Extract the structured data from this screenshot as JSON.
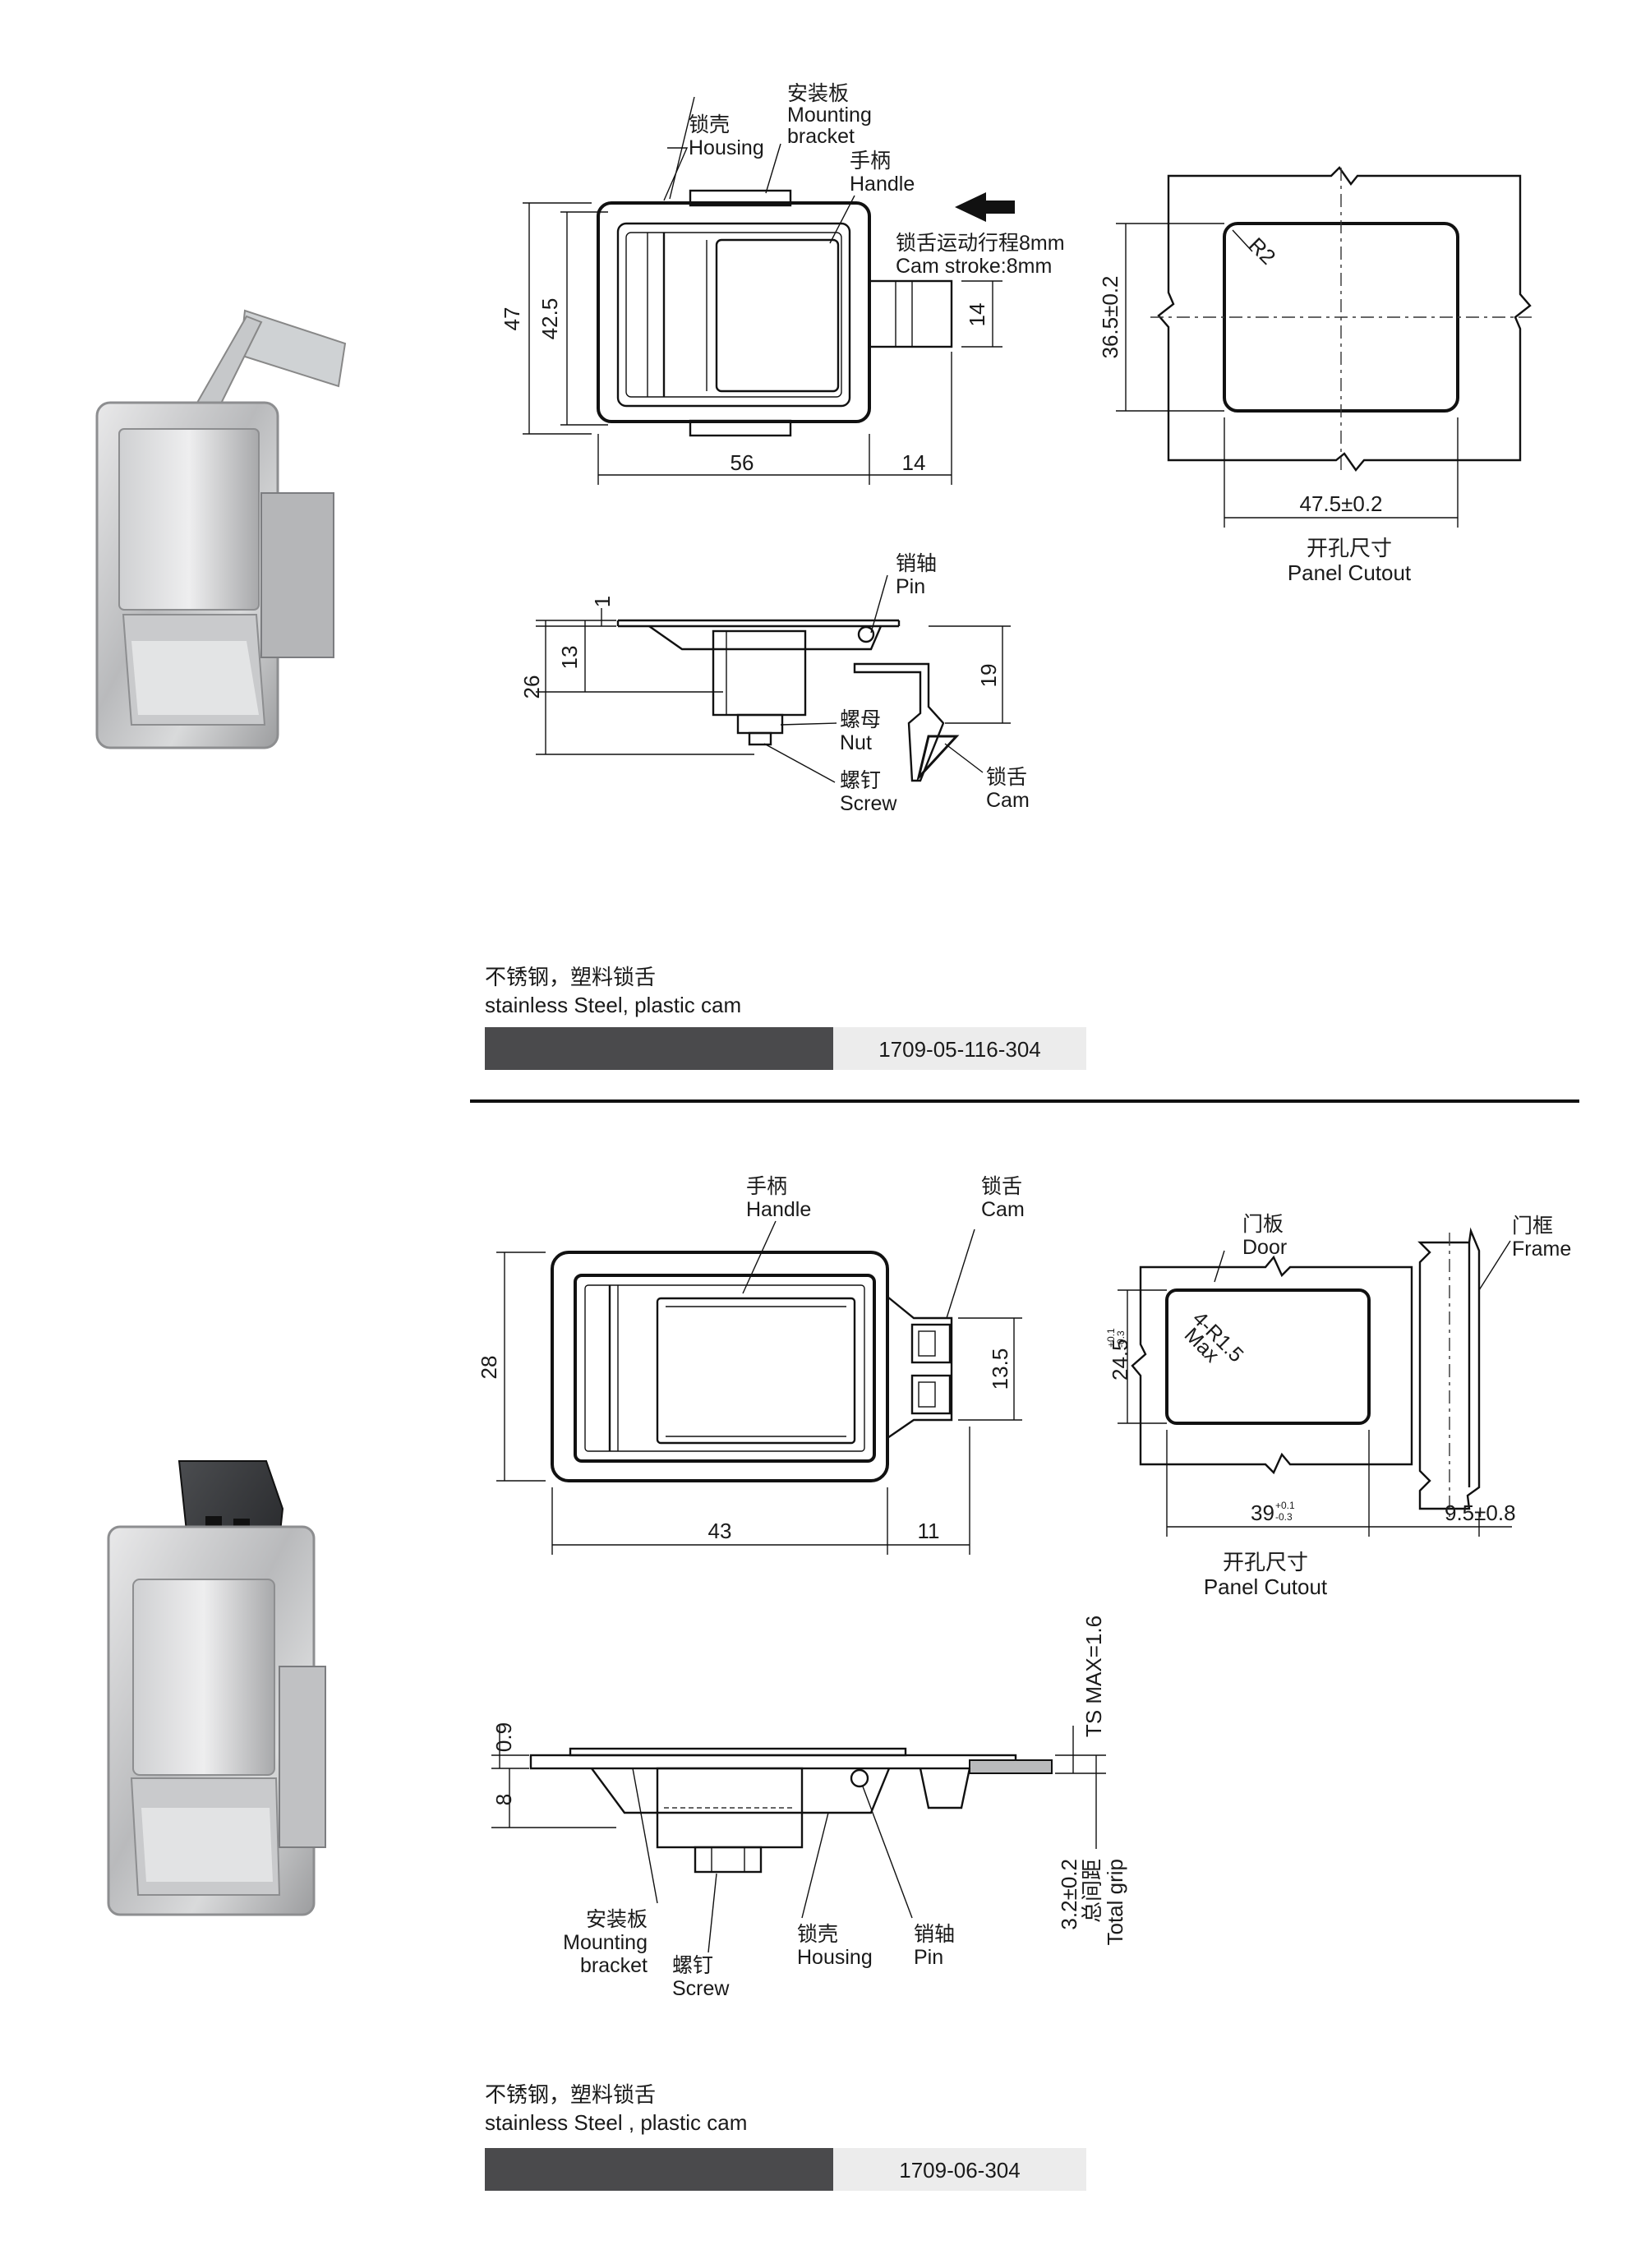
{
  "products": [
    {
      "callouts": {
        "housing_cn": "锁壳",
        "housing_en": "Housing",
        "bracket_cn": "安装板",
        "bracket_en1": "Mounting",
        "bracket_en2": "bracket",
        "handle_cn": "手柄",
        "handle_en": "Handle",
        "stroke_cn": "锁舌运动行程8mm",
        "stroke_en": "Cam stroke:8mm",
        "pin_cn": "销轴",
        "pin_en": "Pin",
        "nut_cn": "螺母",
        "nut_en": "Nut",
        "screw_cn": "螺钉",
        "screw_en": "Screw",
        "cam_cn": "锁舌",
        "cam_en": "Cam"
      },
      "dims": {
        "h47": "47",
        "h42_5": "42.5",
        "w56": "56",
        "w14": "14",
        "cam14": "14",
        "cut_h": "36.5±0.2",
        "cut_w": "47.5±0.2",
        "r2": "R2",
        "d1": "1",
        "d13": "13",
        "d26": "26",
        "d19": "19"
      },
      "cutout_cn": "开孔尺寸",
      "cutout_en": "Panel Cutout",
      "material_cn": "不锈钢，塑料锁舌",
      "material_en": "stainless Steel, plastic cam",
      "part_number": "1709-05-116-304"
    },
    {
      "callouts": {
        "handle_cn": "手柄",
        "handle_en": "Handle",
        "cam_cn": "锁舌",
        "cam_en": "Cam",
        "door_cn": "门板",
        "door_en": "Door",
        "frame_cn": "门框",
        "frame_en": "Frame",
        "bracket_cn": "安装板",
        "bracket_en1": "Mounting",
        "bracket_en2": "bracket",
        "screw_cn": "螺钉",
        "screw_en": "Screw",
        "housing_cn": "锁壳",
        "housing_en": "Housing",
        "pin_cn": "销轴",
        "pin_en": "Pin"
      },
      "dims": {
        "h28": "28",
        "w43": "43",
        "w11": "11",
        "cam13_5": "13.5",
        "cut_h": "24.5",
        "cut_h_tol_up": "+0.1",
        "cut_h_tol_dn": "-0.3",
        "cut_w": "39",
        "cut_w_tol_up": "+0.1",
        "cut_w_tol_dn": "-0.3",
        "r_max": "4-R1.5",
        "r_max2": "Max",
        "frame_dim": "9.5±0.8",
        "d0_9": "0.9",
        "d8": "8",
        "ts_max": "TS MAX=1.6",
        "grip": "3.2±0.2",
        "grip_cn": "总间距",
        "grip_en": "Total grip"
      },
      "cutout_cn": "开孔尺寸",
      "cutout_en": "Panel Cutout",
      "material_cn": "不锈钢，塑料锁舌",
      "material_en": "stainless Steel , plastic cam",
      "part_number": "1709-06-304"
    }
  ],
  "colors": {
    "bar_dark": "#4a4a4c",
    "bar_light": "#ececec",
    "line": "#111111"
  }
}
